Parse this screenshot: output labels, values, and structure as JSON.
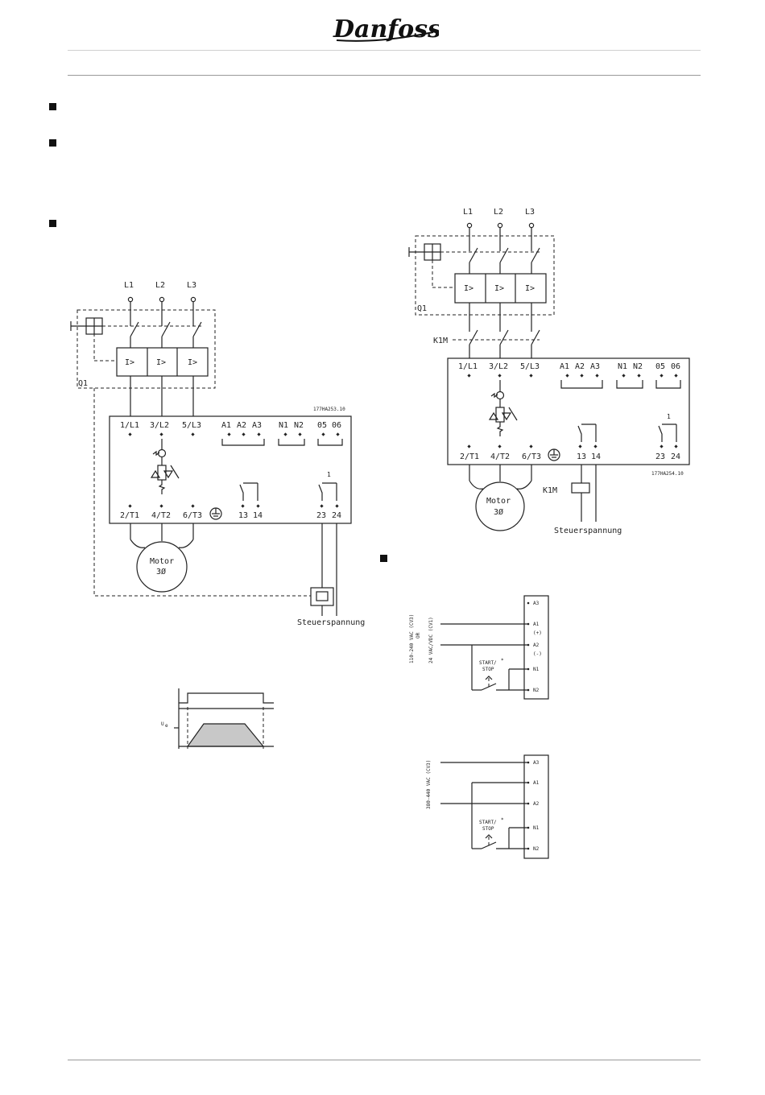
{
  "brand": {
    "logo_text": "Danfoss"
  },
  "diagram_left": {
    "phases": [
      "L1",
      "L2",
      "L3"
    ],
    "breaker_label": "Q1",
    "code": "177HA253.10",
    "top_terminals": [
      "1/L1",
      "3/L2",
      "5/L3",
      "A1",
      "A2",
      "A3",
      "N1",
      "N2",
      "05",
      "06"
    ],
    "bottom_terminals": [
      "2/T1",
      "4/T2",
      "6/T3",
      "13",
      "14",
      "23",
      "24"
    ],
    "relay_number": "1",
    "motor_line1": "Motor",
    "motor_line2": "3Ø",
    "supply_label": "Steuerspannung"
  },
  "diagram_right": {
    "phases": [
      "L1",
      "L2",
      "L3"
    ],
    "breaker_label": "Q1",
    "contactor_label": "K1M",
    "contactor_coil_label": "K1M",
    "code": "177HA254.10",
    "top_terminals": [
      "1/L1",
      "3/L2",
      "5/L3",
      "A1",
      "A2",
      "A3",
      "N1",
      "N2",
      "05",
      "06"
    ],
    "bottom_terminals": [
      "2/T1",
      "4/T2",
      "6/T3",
      "13",
      "14",
      "23",
      "24"
    ],
    "relay_number": "1",
    "motor_line1": "Motor",
    "motor_line2": "3Ø",
    "supply_label": "Steuerspannung"
  },
  "ramp": {
    "y_label": "U",
    "y_sub": "e"
  },
  "wiring_1": {
    "terminals": [
      "A3",
      "A1",
      "(+)",
      "A2",
      "(-)",
      "N1",
      "N2"
    ],
    "voltage_line1": "110-240 VAC (CV3)",
    "voltage_line2": "OR",
    "voltage_line3": "24 VAC/VDC (CV1)",
    "switch_line1": "START/",
    "switch_line2": "STOP",
    "asterisk": "*"
  },
  "wiring_2": {
    "terminals": [
      "A3",
      "A1",
      "A2",
      "N1",
      "N2"
    ],
    "voltage_line1": "380-440 VAC (CV3)",
    "switch_line1": "START/",
    "switch_line2": "STOP",
    "asterisk": "*"
  }
}
